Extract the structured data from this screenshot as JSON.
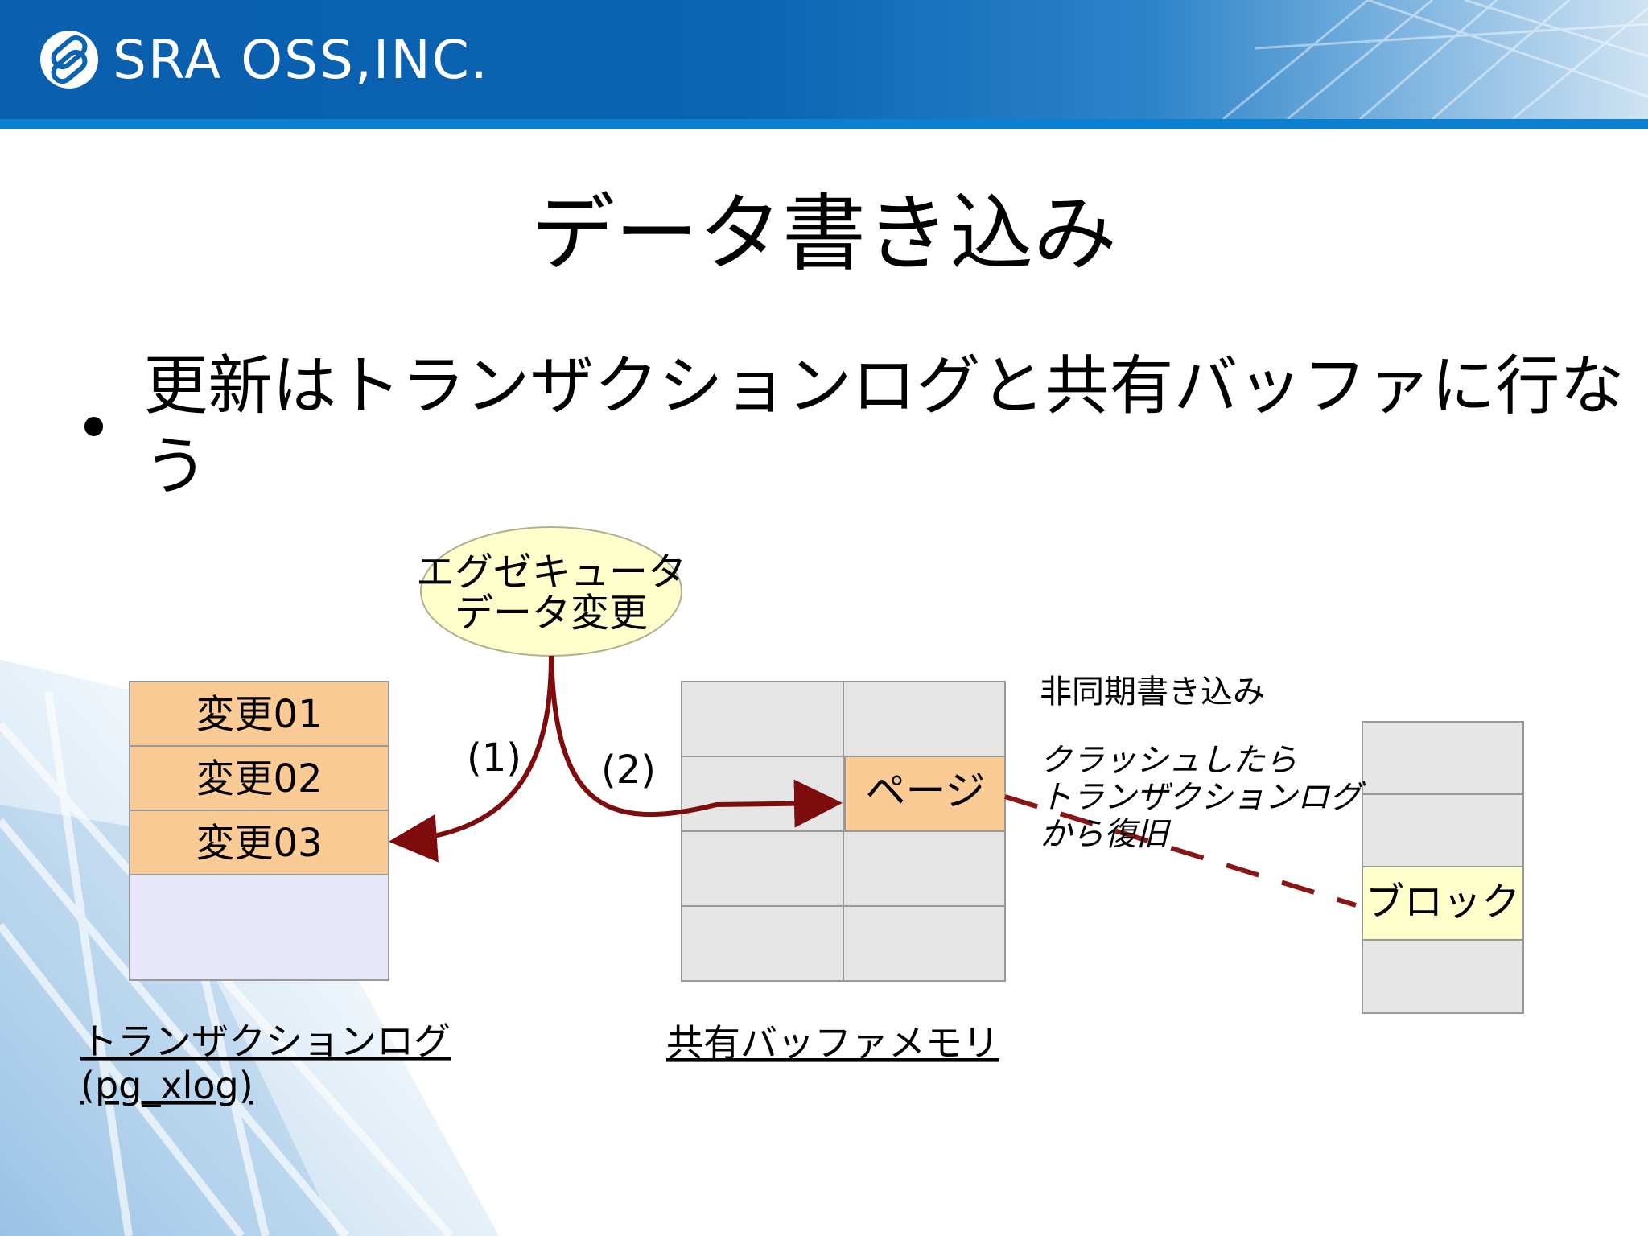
{
  "header": {
    "logo_text": "SRA OSS,INC."
  },
  "slide": {
    "title": "データ書き込み",
    "bullet": "更新はトランザクションログと共有バッファに行なう"
  },
  "diagram": {
    "executor": {
      "line1": "エグゼキュータ",
      "line2": "データ変更"
    },
    "wal_entries": [
      "変更01",
      "変更02",
      "変更03"
    ],
    "wal_caption_line1": "トランザクションログ",
    "wal_caption_line2": "(pg_xlog)",
    "step1": "(1)",
    "step2": "(2)",
    "buffer_page": "ページ",
    "buffer_caption": "共有バッファメモリ",
    "async_write": "非同期書き込み",
    "recovery_line1": "クラッシュしたら",
    "recovery_line2": "トランザクションログ",
    "recovery_line3": "から復旧",
    "disk_block": "ブロック"
  },
  "colors": {
    "header_blue": "#0b63b2",
    "wal_entry_fill": "#fbcb95",
    "wal_empty_fill": "#e8e6fa",
    "buffer_cell_fill": "#e6e6e6",
    "page_fill": "#fbcb95",
    "block_fill": "#ffffcc",
    "ellipse_fill": "#ffffcc",
    "arrow_color": "#7f0c0c"
  }
}
